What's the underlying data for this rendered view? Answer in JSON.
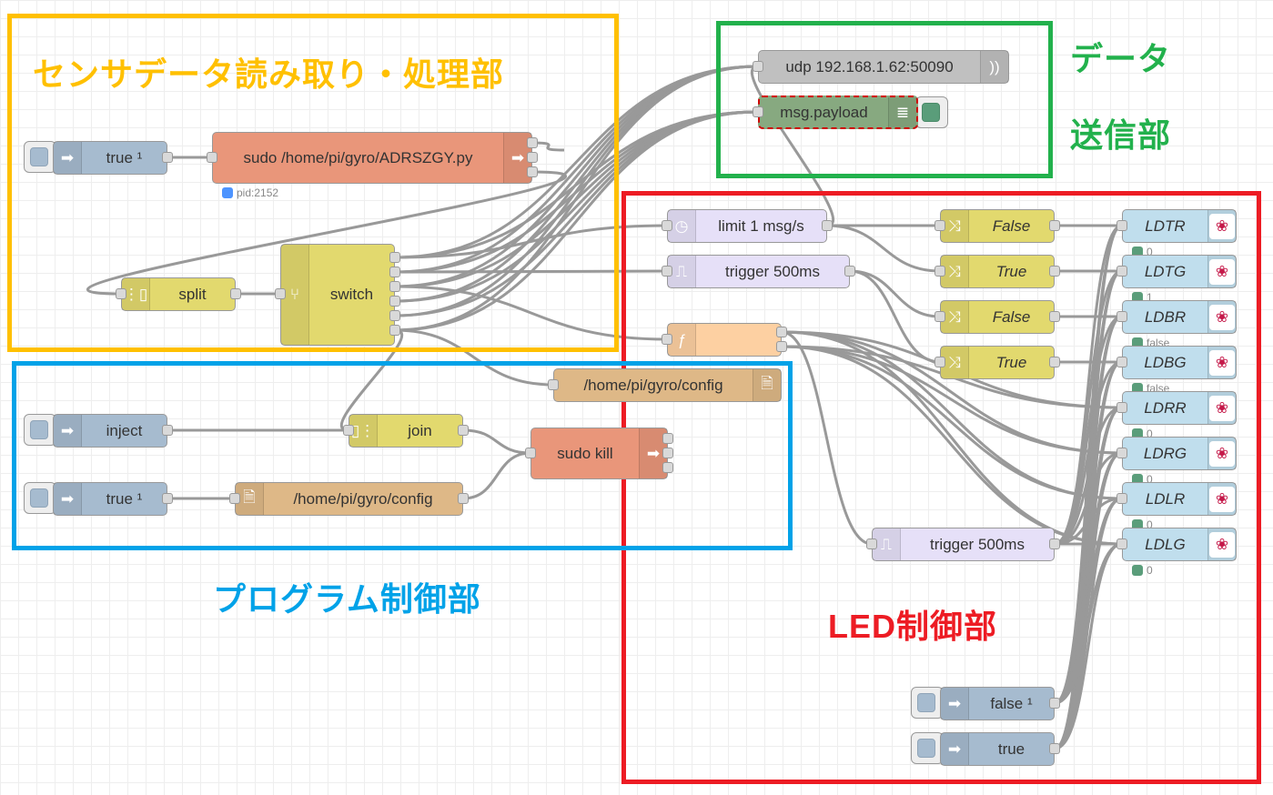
{
  "groups": [
    {
      "title": "センサデータ読み取り・処理部",
      "color": "#ffc000"
    },
    {
      "title": "データ",
      "title2": "送信部",
      "color": "#22b14c"
    },
    {
      "title": "LED制御部",
      "color": "#ed1c24"
    },
    {
      "title": "プログラム制御部",
      "color": "#00a2e8"
    }
  ],
  "nodes": {
    "inject_true_top": {
      "label": "true ¹",
      "icon": "inject-arrow-icon"
    },
    "exec_py": {
      "label": "sudo /home/pi/gyro/ADRSZGY.py",
      "status": "pid:2152",
      "icon": "exec-arrow-icon"
    },
    "split": {
      "label": "split",
      "icon": "split-icon"
    },
    "switch": {
      "label": "switch",
      "icon": "switch-icon"
    },
    "udp": {
      "label": "udp 192.168.1.62:50090",
      "icon": "wifi-icon"
    },
    "debug": {
      "label": "msg.payload",
      "icon": "debug-list-icon"
    },
    "limit": {
      "label": "limit 1 msg/s",
      "icon": "timer-icon"
    },
    "trigger1": {
      "label": "trigger 500ms",
      "icon": "pulse-icon"
    },
    "func": {
      "label": "",
      "icon": "function-icon"
    },
    "ch1": {
      "label": "False",
      "icon": "shuffle-icon"
    },
    "ch2": {
      "label": "True",
      "icon": "shuffle-icon"
    },
    "ch3": {
      "label": "False",
      "icon": "shuffle-icon"
    },
    "ch4": {
      "label": "True",
      "icon": "shuffle-icon"
    },
    "trigger2": {
      "label": "trigger 500ms",
      "icon": "pulse-icon"
    },
    "false_inj": {
      "label": "false ¹",
      "icon": "inject-arrow-icon"
    },
    "true_inj": {
      "label": "true",
      "icon": "inject-arrow-icon"
    },
    "file_out": {
      "label": "/home/pi/gyro/config",
      "icon": "file-icon"
    },
    "inject2": {
      "label": "inject",
      "icon": "inject-arrow-icon"
    },
    "join": {
      "label": "join",
      "icon": "join-icon"
    },
    "sudo_kill": {
      "label": "sudo kill",
      "icon": "exec-arrow-icon"
    },
    "true_bottom": {
      "label": "true ¹",
      "icon": "inject-arrow-icon"
    },
    "file_in": {
      "label": "/home/pi/gyro/config",
      "icon": "file-icon"
    }
  },
  "leds": [
    {
      "label": "LDTR",
      "status": "0"
    },
    {
      "label": "LDTG",
      "status": "1"
    },
    {
      "label": "LDBR",
      "status": "false"
    },
    {
      "label": "LDBG",
      "status": "false"
    },
    {
      "label": "LDRR",
      "status": "0"
    },
    {
      "label": "LDRG",
      "status": "0"
    },
    {
      "label": "LDLR",
      "status": "0"
    },
    {
      "label": "LDLG",
      "status": "0"
    }
  ],
  "colors": {
    "inject": "#a6bbcf",
    "exec": "#e9967a",
    "switch": "#e2d96e",
    "udp": "#c0c0c0",
    "debug": "#87a980",
    "lavender": "#e6e0f8",
    "function": "#fdd0a2",
    "file": "#deb887",
    "rpi": "#c0deed",
    "wire": "#999999",
    "status_blue": "#4d94ff",
    "status_green": "#5a9d7a"
  }
}
